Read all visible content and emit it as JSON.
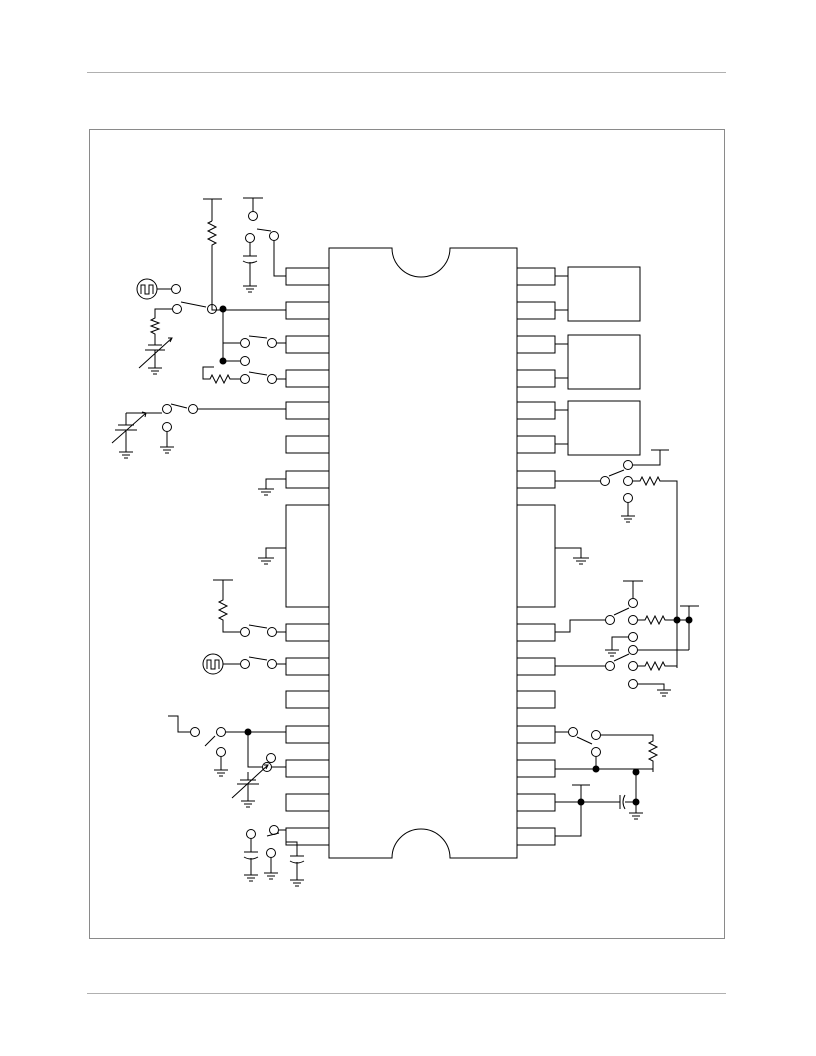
{
  "page": {
    "figure": "test-circuit-schematic"
  },
  "schematic": {
    "ic": {
      "left_pins": 18,
      "right_pins": 18
    },
    "colors": {
      "line": "#000000",
      "pin_fill": "#ffffff",
      "frame": "#8a8a8a",
      "rule": "#b0b0b0"
    }
  }
}
